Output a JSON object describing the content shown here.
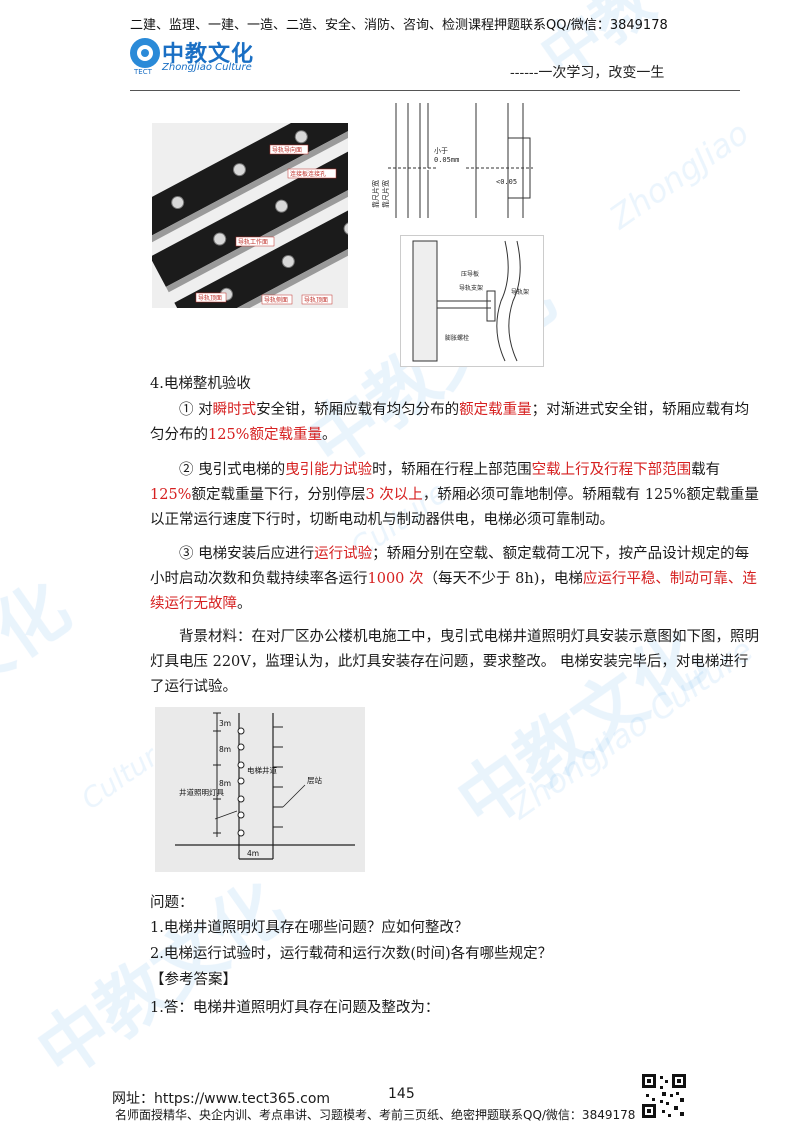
{
  "header": {
    "top_line": "二建、监理、一建、一造、二造、安全、消防、咨询、检测课程押题联系QQ/微信：3849178",
    "logo_main": "中教文化",
    "logo_sub": "ZhongJiao Culture",
    "logo_tect": "TECT",
    "slogan": "------一次学习，改变一生"
  },
  "figures": {
    "fig1_labels": [
      "导轨导向面",
      "导轨工作面",
      "导轨顶面",
      "导轨侧面",
      "导轨顶面",
      "连接板连接孔"
    ],
    "fig2_labels": [
      "小于",
      "0.05mm",
      "<0.05",
      "靠尺片宽",
      "靠尺片宽"
    ],
    "fig3_labels": [
      "压导板",
      "导轨支架",
      "导轨架",
      "膨胀螺栓"
    ],
    "fig4_labels": {
      "d1": "3m",
      "d2": "8m",
      "d3": "8m",
      "d4": "4m",
      "shaft": "电梯井道",
      "lamp": "井道照明灯具",
      "floor": "层站"
    }
  },
  "body": {
    "section_title": "4.电梯整机验收",
    "p1": {
      "a": "① 对",
      "r1": "瞬时式",
      "b": "安全钳，轿厢应载有均匀分布的",
      "r2": "额定载重量",
      "c": "；对渐进式安全钳，轿厢应载有均匀分布的",
      "r3": "125%额定载重量",
      "d": "。"
    },
    "p2": {
      "a": "② 曳引式电梯的",
      "r1": "曳引能力试验",
      "b": "时，轿厢在行程上部范围",
      "r2": "空载上行及行程下部范围",
      "c": "载有",
      "r3": "125%",
      "d": "额定载重量下行，分别停层",
      "r4": "3 次以上",
      "e": "，轿厢必须可靠地制停。轿厢载有 125%额定载重量以正常运行速度下行时，切断电动机与制动器供电，电梯必须可靠制动。"
    },
    "p3": {
      "a": "③ 电梯安装后应进行",
      "r1": "运行试验",
      "b": "；轿厢分别在空载、额定载荷工况下，按产品设计规定的每小时启动次数和负载持续率各运行",
      "r2": "1000 次",
      "c": "（每天不少于 8h)，电梯",
      "r3": "应运行平稳、制动可靠、连续运行无故障",
      "d": "。"
    },
    "p4": "背景材料：在对厂区办公楼机电施工中，曳引式电梯井道照明灯具安装示意图如下图，照明灯具电压 220V，监理认为，此灯具安装存在问题，要求整改。 电梯安装完毕后，对电梯进行了运行试验。",
    "q_title": "问题：",
    "q1": "1.电梯井道照明灯具存在哪些问题？应如何整改？",
    "q2": "2.电梯运行试验时，运行载荷和运行次数(时间)各有哪些规定？",
    "answer_title": "【参考答案】",
    "a1": "1.答：电梯井道照明灯具存在问题及整改为："
  },
  "footer": {
    "url": "网址：https://www.tect365.com",
    "page": "145",
    "note": "名师面授精华、央企内训、考点串讲、习题模考、考前三页纸、绝密押题联系QQ/微信：3849178"
  }
}
